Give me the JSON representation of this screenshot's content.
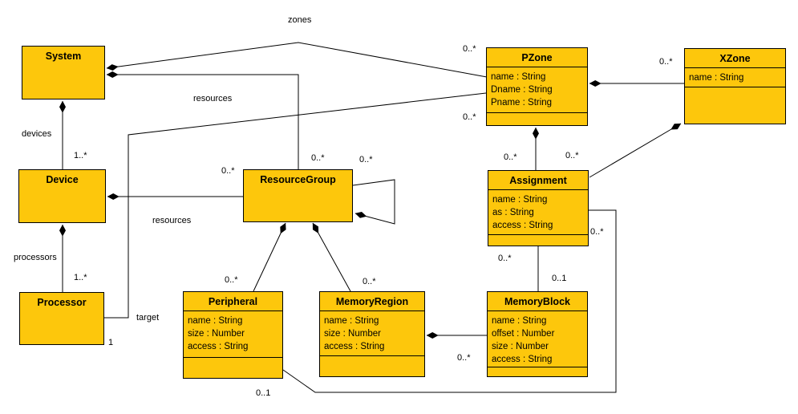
{
  "diagram": {
    "type": "uml-class-diagram",
    "background_color": "#FFFFFF",
    "node_fill_color": "#FDC70C",
    "node_border_color": "#000000",
    "line_color": "#000000"
  },
  "classes": [
    {
      "name": "System",
      "attributes": []
    },
    {
      "name": "Device",
      "attributes": []
    },
    {
      "name": "Processor",
      "attributes": []
    },
    {
      "name": "ResourceGroup",
      "attributes": []
    },
    {
      "name": "Peripheral",
      "attributes": [
        "name : String",
        "size : Number",
        "access : String"
      ]
    },
    {
      "name": "MemoryRegion",
      "attributes": [
        "name : String",
        "size : Number",
        "access : String"
      ]
    },
    {
      "name": "MemoryBlock",
      "attributes": [
        "name : String",
        "offset : Number",
        "size : Number",
        "access : String"
      ]
    },
    {
      "name": "Assignment",
      "attributes": [
        "name : String",
        "as : String",
        "access : String"
      ]
    },
    {
      "name": "PZone",
      "attributes": [
        "name : String",
        "Dname : String",
        "Pname : String"
      ]
    },
    {
      "name": "XZone",
      "attributes": [
        "name : String"
      ]
    }
  ],
  "edges": [
    {
      "from": "System",
      "to": "Device",
      "type": "composition",
      "role": "devices",
      "multiplicity": "1..*"
    },
    {
      "from": "Device",
      "to": "Processor",
      "type": "composition",
      "role": "processors",
      "multiplicity": "1..*"
    },
    {
      "from": "System",
      "to": "PZone",
      "type": "composition",
      "role": "zones",
      "multiplicity": "0..*"
    },
    {
      "from": "System",
      "to": "ResourceGroup",
      "type": "composition",
      "role": "resources",
      "multiplicity": "0..*"
    },
    {
      "from": "Device",
      "to": "ResourceGroup",
      "type": "composition",
      "role": "resources",
      "multiplicity": "0..*"
    },
    {
      "from": "Processor",
      "to": "PZone",
      "type": "association",
      "role": "target",
      "multiplicity_processor_end": "1",
      "multiplicity_pzone_end": "0..*"
    },
    {
      "from": "ResourceGroup",
      "to": "ResourceGroup",
      "type": "composition",
      "multiplicity": "0..*"
    },
    {
      "from": "ResourceGroup",
      "to": "Peripheral",
      "type": "composition",
      "multiplicity": "0..*"
    },
    {
      "from": "ResourceGroup",
      "to": "MemoryRegion",
      "type": "composition",
      "multiplicity": "0..*"
    },
    {
      "from": "PZone",
      "to": "Assignment",
      "type": "composition",
      "multiplicity": "0..*"
    },
    {
      "from": "PZone",
      "to": "XZone",
      "type": "composition",
      "multiplicity": "0..*"
    },
    {
      "from": "XZone",
      "to": "Assignment",
      "type": "composition",
      "multiplicity": "0..*"
    },
    {
      "from": "Assignment",
      "to": "MemoryBlock",
      "type": "association",
      "multiplicity_assignment_end": "0..*",
      "multiplicity_memoryblock_end": "0..1"
    },
    {
      "from": "Assignment",
      "to": "Peripheral",
      "type": "association",
      "multiplicity_assignment_end": "0..*",
      "multiplicity_peripheral_end": "0..1"
    },
    {
      "from": "MemoryRegion",
      "to": "MemoryBlock",
      "type": "composition",
      "multiplicity": "0..*"
    }
  ],
  "annotations": [
    {
      "text": "zones"
    },
    {
      "text": "resources"
    },
    {
      "text": "resources"
    },
    {
      "text": "devices"
    },
    {
      "text": "processors"
    },
    {
      "text": "target"
    },
    {
      "text": "1..*"
    },
    {
      "text": "1..*"
    },
    {
      "text": "1"
    },
    {
      "text": "0..*"
    },
    {
      "text": "0..*"
    },
    {
      "text": "0..*"
    },
    {
      "text": "0..*"
    },
    {
      "text": "0..*"
    },
    {
      "text": "0..*"
    },
    {
      "text": "0..*"
    },
    {
      "text": "0..*"
    },
    {
      "text": "0..*"
    },
    {
      "text": "0..*"
    },
    {
      "text": "0..*"
    },
    {
      "text": "0..1"
    },
    {
      "text": "0..*"
    },
    {
      "text": "0..1"
    },
    {
      "text": "0..*"
    }
  ]
}
